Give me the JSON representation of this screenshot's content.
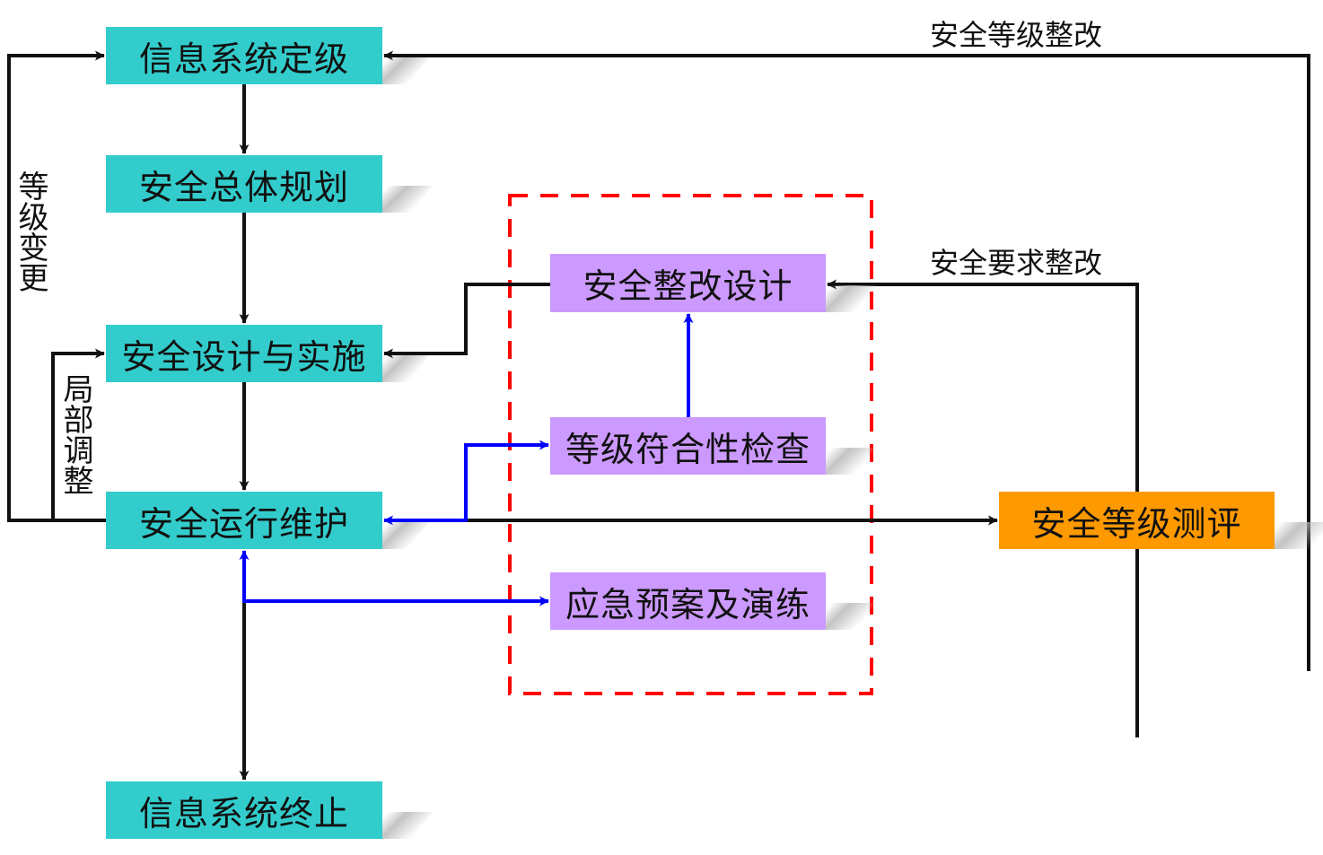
{
  "diagram": {
    "nodes": {
      "system_grading": "信息系统定级",
      "overall_planning": "安全总体规划",
      "design_implementation": "安全设计与实施",
      "operation_maintenance": "安全运行维护",
      "system_termination": "信息系统终止",
      "rectification_design": "安全整改设计",
      "compliance_check": "等级符合性检查",
      "emergency_drill": "应急预案及演练",
      "level_assessment": "安全等级测评"
    },
    "edge_labels": {
      "level_rectification": "安全等级整改",
      "requirement_rectification": "安全要求整改",
      "level_change": "等级变更",
      "local_adjustment": "局部调整"
    },
    "colors": {
      "lifecycle_box": "#33cccc",
      "inspection_box": "#cc99ff",
      "assessment_box": "#ff9900",
      "main_arrow": "#111111",
      "blue_arrow": "#0000ff",
      "dashed_frame": "#ff0000"
    }
  }
}
